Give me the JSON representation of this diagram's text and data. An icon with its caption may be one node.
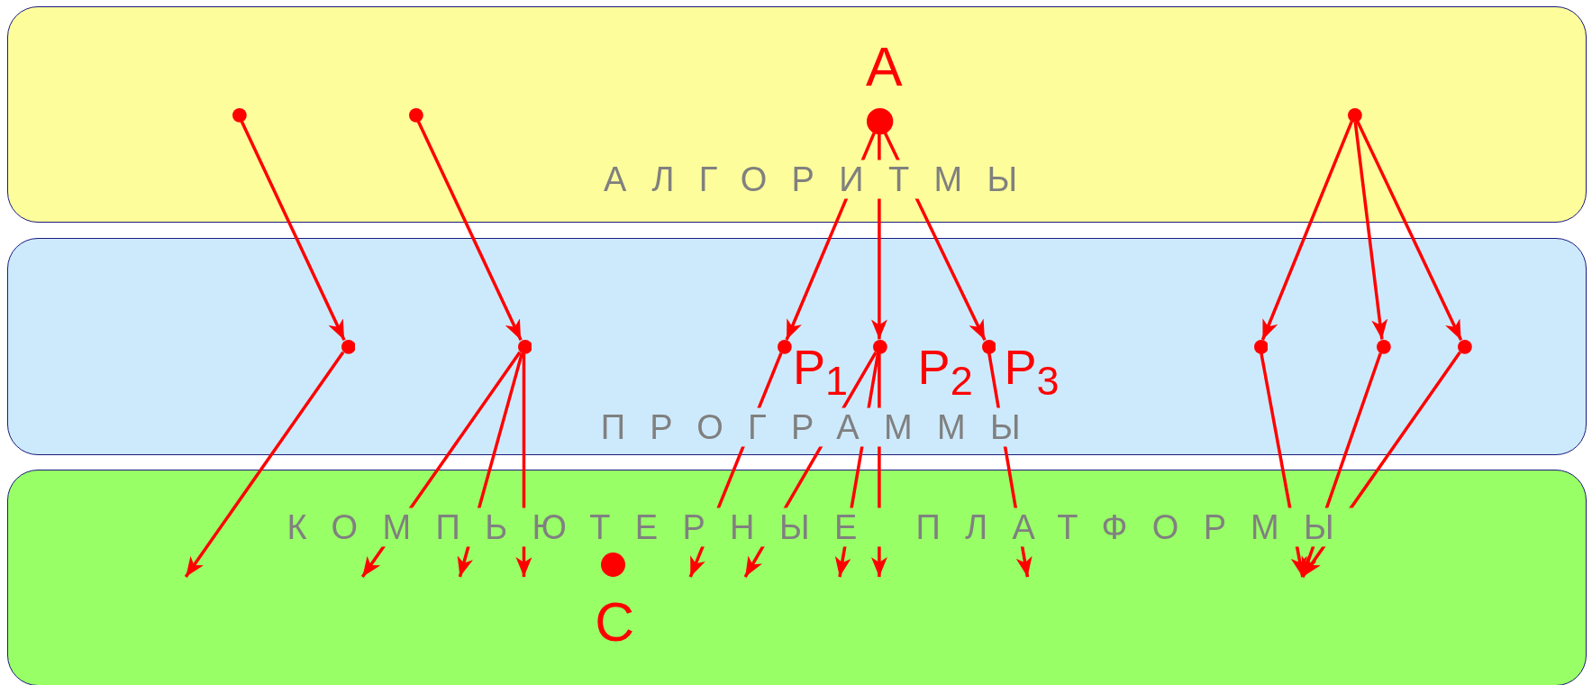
{
  "diagram": {
    "nodes": [
      {
        "text": [
          "АЛГОРИТМЫ"
        ]
      },
      {
        "text": [],
        "shape": "circle",
        "in": 0
      },
      {
        "text": [],
        "shape": "circle",
        "in": 0
      },
      {
        "text": [],
        "shape": "circle",
        "in": 0,
        "beside": [
          "A"
        ]
      },
      {
        "text": [],
        "shape": "circle",
        "in": 0
      },
      {
        "text": [
          "ПРОГРАММЫ"
        ]
      },
      {
        "text": [],
        "shape": "circle",
        "in": 5
      },
      {
        "text": [],
        "shape": "circle",
        "in": 5
      },
      {
        "text": [],
        "shape": "circle",
        "in": 5,
        "beside": [
          "P$_{1}$"
        ]
      },
      {
        "text": [],
        "shape": "circle",
        "in": 5,
        "beside": [
          "P$_{2}$"
        ]
      },
      {
        "text": [],
        "shape": "circle",
        "in": 5,
        "beside": [
          "P$_{3}$"
        ]
      },
      {
        "text": [],
        "shape": "circle",
        "in": 5
      },
      {
        "text": [],
        "shape": "circle",
        "in": 5
      },
      {
        "text": [],
        "shape": "circle",
        "in": 5
      },
      {
        "text": [
          "КОМПЬЮТЕРНЫЕ ПЛАТФОРМЫ"
        ]
      },
      {
        "text": [],
        "shape": "circle",
        "in": 14,
        "beside": [
          "C"
        ]
      }
    ],
    "edges": [
      {
        "from": 1,
        "to": 6,
        "arrow": "to"
      },
      {
        "from": 2,
        "to": 7,
        "arrow": "to"
      },
      {
        "from": 3,
        "to": 8,
        "arrow": "to"
      },
      {
        "from": 3,
        "to": 9,
        "arrow": "to"
      },
      {
        "from": 3,
        "to": 10,
        "arrow": "to"
      },
      {
        "from": 4,
        "to": 11,
        "arrow": "to"
      },
      {
        "from": 4,
        "to": 12,
        "arrow": "to"
      },
      {
        "from": 4,
        "to": 13,
        "arrow": "to"
      },
      {
        "from": 6,
        "to": null,
        "arrow": "to"
      },
      {
        "from": 7,
        "to": null,
        "arrow": "to"
      },
      {
        "from": 7,
        "to": null,
        "arrow": "to"
      },
      {
        "from": 7,
        "to": null,
        "arrow": "to"
      },
      {
        "from": 8,
        "to": null,
        "arrow": "to"
      },
      {
        "from": 9,
        "to": null,
        "arrow": "to"
      },
      {
        "from": 9,
        "to": null,
        "arrow": "to"
      },
      {
        "from": 9,
        "to": null,
        "arrow": "to"
      },
      {
        "from": 10,
        "to": null,
        "arrow": "to"
      },
      {
        "from": 11,
        "to": null,
        "arrow": "to"
      },
      {
        "from": 12,
        "to": null,
        "arrow": "to"
      },
      {
        "from": 13,
        "to": null,
        "arrow": "to"
      }
    ]
  }
}
